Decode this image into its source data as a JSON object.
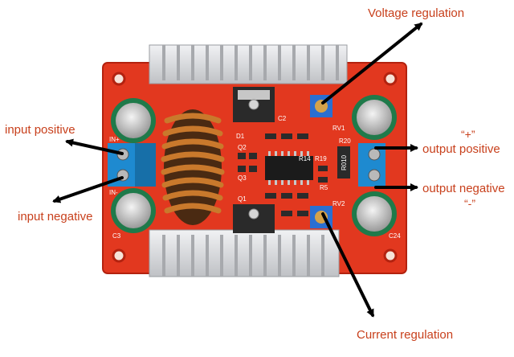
{
  "labels": {
    "voltage_regulation": "Voltage regulation",
    "input_positive": "input positive",
    "input_negative": "input negative",
    "output_positive": "output positive",
    "output_negative": "output negative",
    "current_regulation": "Current regulation",
    "plus_sign": "“+”",
    "minus_sign": "“-”"
  },
  "board_markings": {
    "c2": "C2",
    "d1": "D1",
    "q2": "Q2",
    "q3": "Q3",
    "q1": "Q1",
    "rv1": "RV1",
    "rv2": "RV2",
    "r14": "R14",
    "r19": "R19",
    "r5": "R5",
    "r20": "R20",
    "r010": "R010",
    "in_plus": "IN+",
    "in_minus": "IN-",
    "c3": "C3",
    "c24": "C24"
  },
  "colors": {
    "label_text": "#c8401c",
    "arrow": "#000000",
    "pcb": "#e2381f",
    "heatsink": "#d9dadd",
    "terminal": "#1e8ad0",
    "capacitor": "#1f7a4a",
    "coil": "#c9792c"
  }
}
